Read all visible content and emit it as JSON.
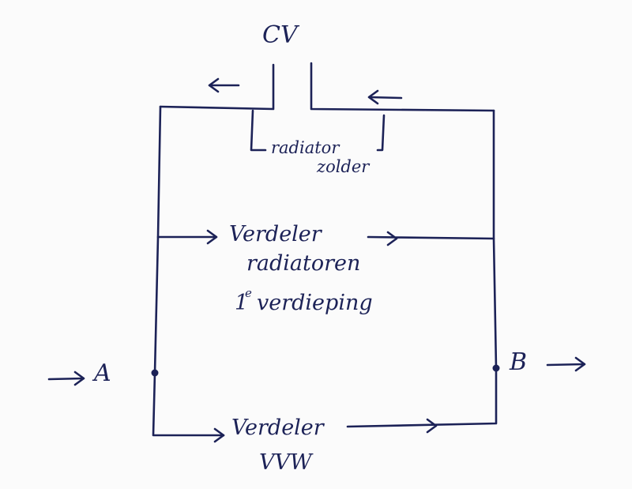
{
  "title": "CV",
  "nodes": {
    "a": "A",
    "b": "B"
  },
  "labels": {
    "radiator_zolder_line1": "radiator",
    "radiator_zolder_line2": "zolder",
    "verdeler_rad_line1": "Verdeler",
    "verdeler_rad_line2": "radiatoren",
    "verdeler_rad_line3_num": "1",
    "verdeler_rad_line3_sup": "e",
    "verdeler_rad_line3_text": "verdieping",
    "verdeler_vvw_line1": "Verdeler",
    "verdeler_vvw_line2": "VVW"
  },
  "colors": {
    "ink": "#1c2257",
    "paper": "#fbfbfb"
  }
}
